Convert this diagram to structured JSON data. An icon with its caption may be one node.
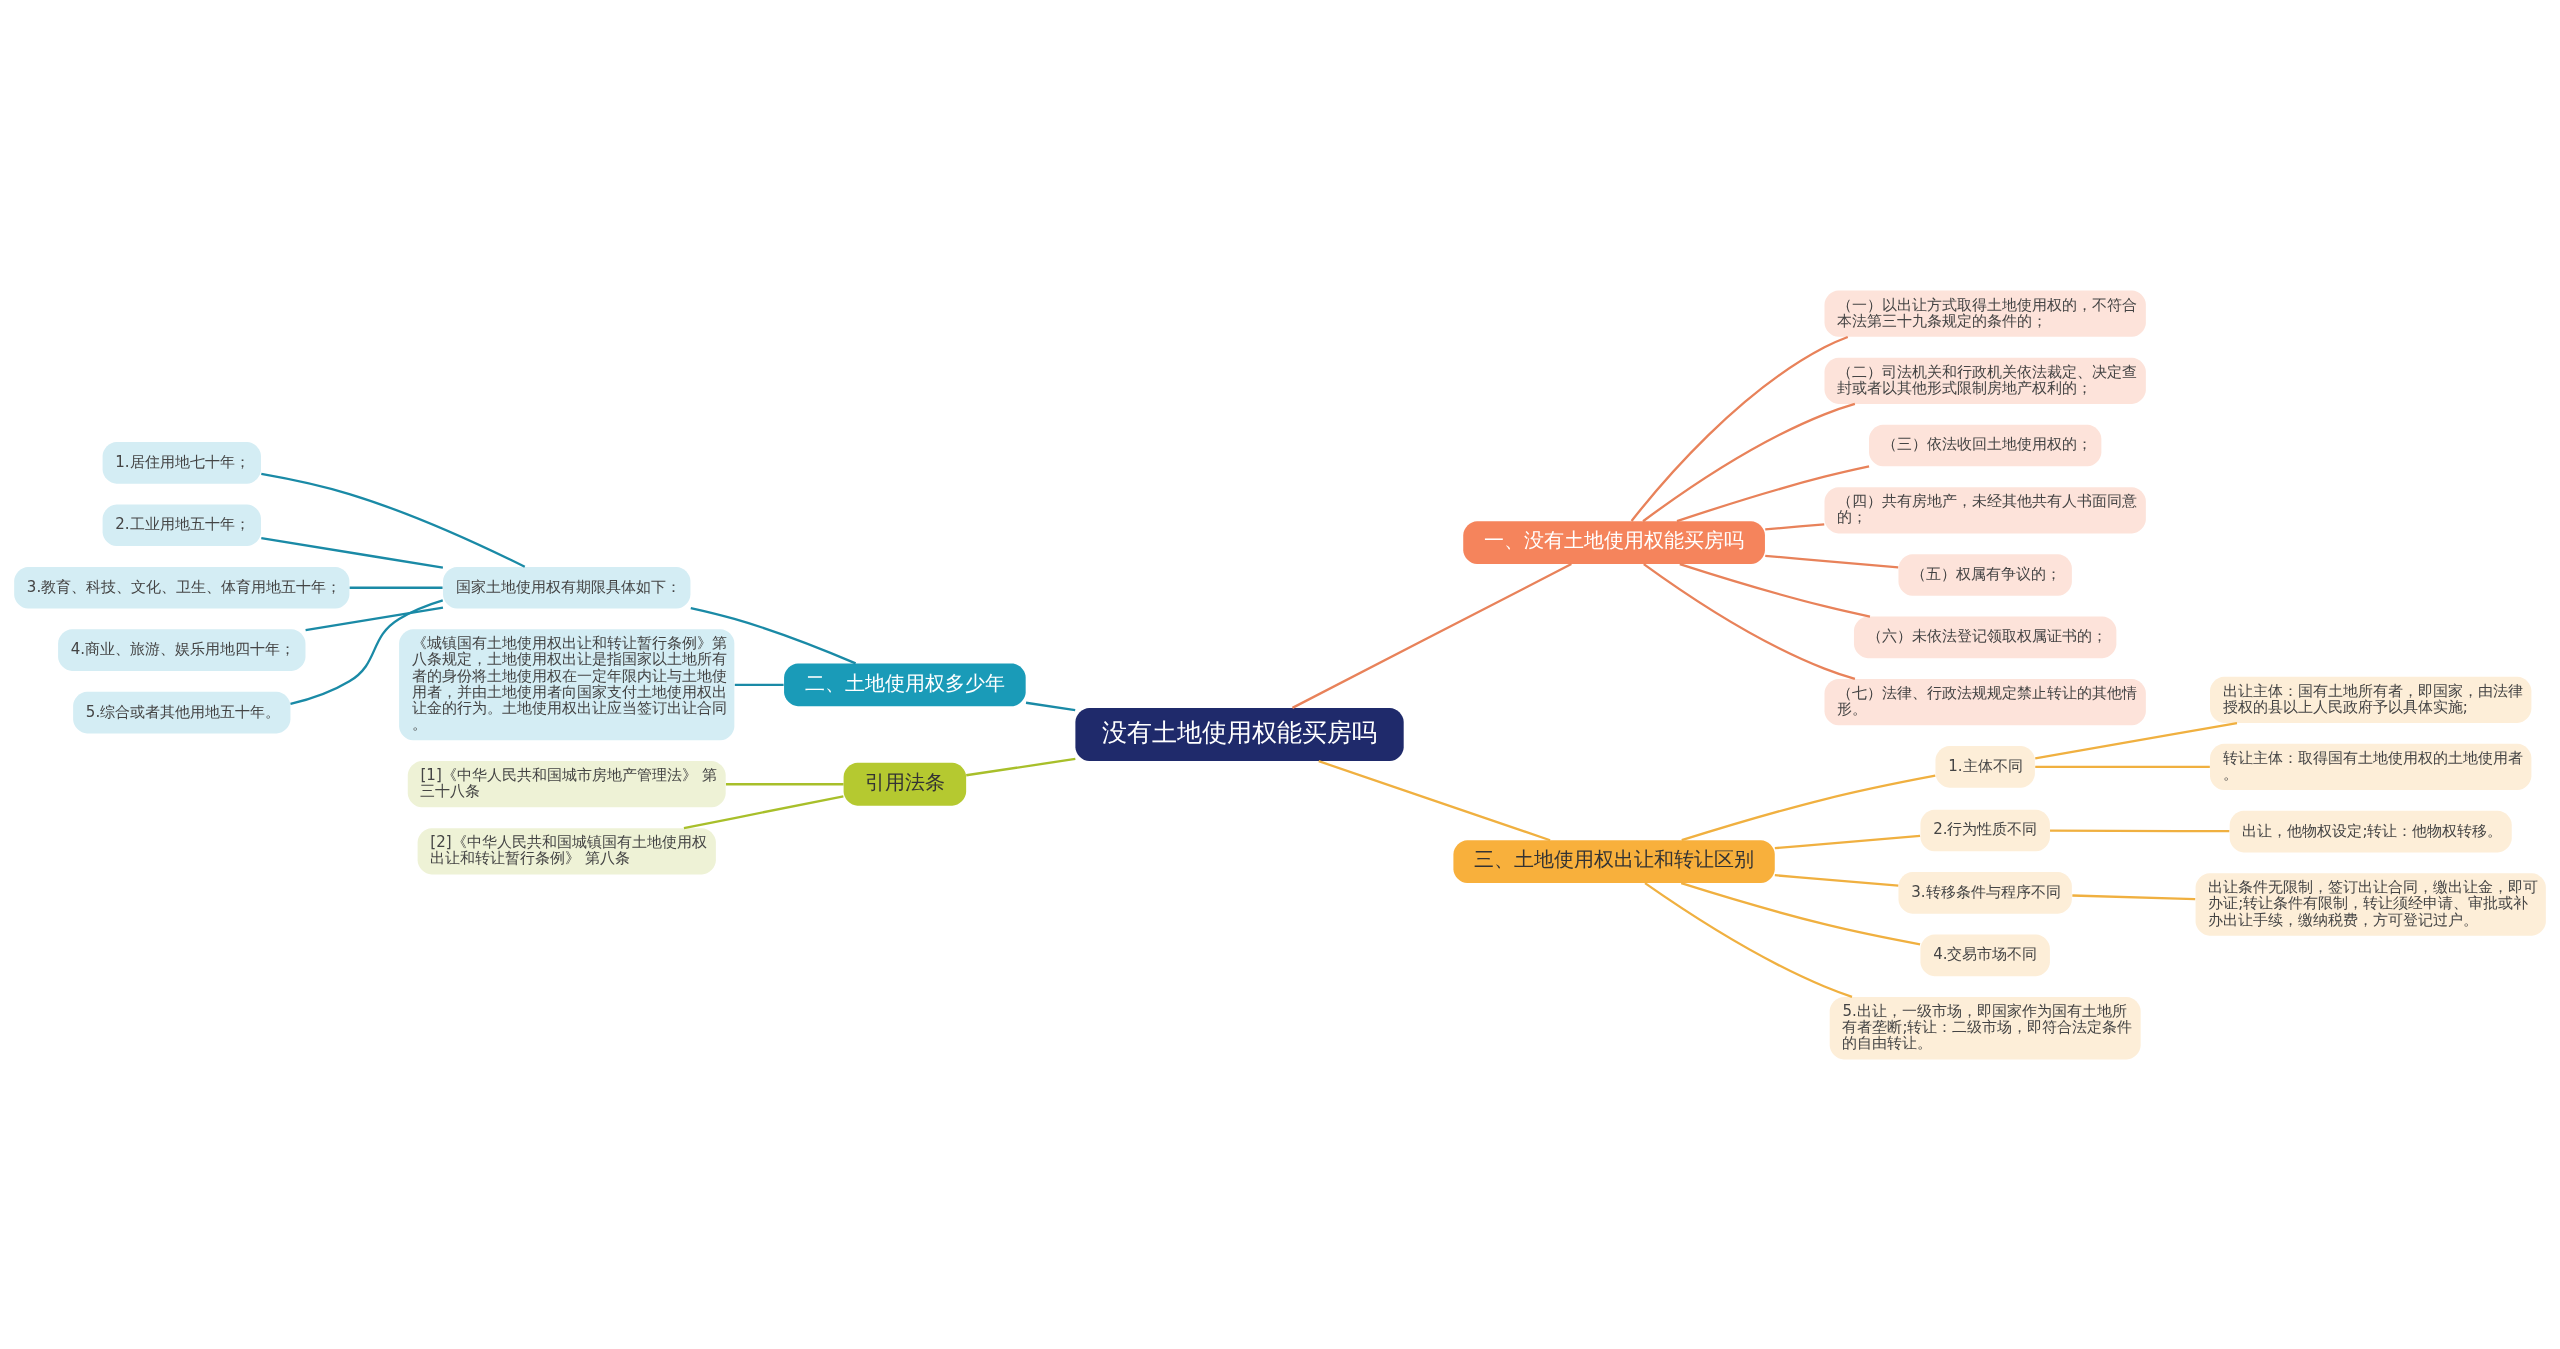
{
  "diagram": {
    "nodes": [
      {
        "text": [
          "没有土地使用权能买房吗"
        ]
      },
      {
        "text": [
          "一、没有土地使用权能买房吗"
        ]
      },
      {
        "text": [
          "（一）以出让方式取得土地使用权的，不符合本法第三十九条规定的条件的；"
        ]
      },
      {
        "text": [
          "（二）司法机关和行政机关依法裁定、决定查封或者以其他形式限制房地产权利的；"
        ]
      },
      {
        "text": [
          "（三）依法收回土地使用权的；"
        ]
      },
      {
        "text": [
          "（四）共有房地产，未经其他共有人书面同意的；"
        ]
      },
      {
        "text": [
          "（五）权属有争议的；"
        ]
      },
      {
        "text": [
          "（六）未依法登记领取权属证书的；"
        ]
      },
      {
        "text": [
          "（七）法律、行政法规规定禁止转让的其他情形。"
        ]
      },
      {
        "text": [
          "二、土地使用权多少年"
        ]
      },
      {
        "text": [
          "国家土地使用权有期限具体如下："
        ]
      },
      {
        "text": [
          "1.居住用地七十年；"
        ]
      },
      {
        "text": [
          "2.工业用地五十年；"
        ]
      },
      {
        "text": [
          "3.教育、科技、文化、卫生、体育用地五十年；"
        ]
      },
      {
        "text": [
          "4.商业、旅游、娱乐用地四十年；"
        ]
      },
      {
        "text": [
          "5.综合或者其他用地五十年。"
        ]
      },
      {
        "text": [
          "《城镇国有土地使用权出让和转让暂行条例》第八条规定，土地使用权出让是指国家以土地所有者的身份将土地使用权在一定年限内让与土地使用者，并由土地使用者向国家支付土地使用权出让金的行为。土地使用权出让应当签订出让合同。"
        ]
      },
      {
        "text": [
          "引用法条"
        ]
      },
      {
        "text": [
          "[1]《中华人民共和国城市房地产管理法》 第三十八条"
        ]
      },
      {
        "text": [
          "[2]《中华人民共和国城镇国有土地使用权出让和转让暂行条例》 第八条"
        ]
      },
      {
        "text": [
          "三、土地使用权出让和转让区别"
        ]
      },
      {
        "text": [
          "1.主体不同"
        ]
      },
      {
        "text": [
          "出让主体：国有土地所有者，即国家，由法律授权的县以上人民政府予以具体实施;"
        ]
      },
      {
        "text": [
          "转让主体：取得国有土地使用权的土地使用者。"
        ]
      },
      {
        "text": [
          "2.行为性质不同"
        ]
      },
      {
        "text": [
          "出让，他物权设定;转让：他物权转移。"
        ]
      },
      {
        "text": [
          "3.转移条件与程序不同"
        ]
      },
      {
        "text": [
          "出让条件无限制，签订出让合同，缴出让金，即可办证;转让条件有限制，转让须经申请、审批或补办出让手续，缴纳税费，方可登记过户。"
        ]
      },
      {
        "text": [
          "4.交易市场不同"
        ]
      },
      {
        "text": [
          "5.出让，一级市场，即国家作为国有土地所有者垄断;转让：二级市场，即符合法定条件的自由转让。"
        ]
      }
    ],
    "edges": [
      {
        "from": 0,
        "to": 1,
        "arrow": "none",
        "color": "#e8825a"
      },
      {
        "from": 1,
        "to": 2,
        "arrow": "none",
        "color": "#e8825a"
      },
      {
        "from": 1,
        "to": 3,
        "arrow": "none",
        "color": "#e8825a"
      },
      {
        "from": 1,
        "to": 4,
        "arrow": "none",
        "color": "#e8825a"
      },
      {
        "from": 1,
        "to": 5,
        "arrow": "none",
        "color": "#e8825a"
      },
      {
        "from": 1,
        "to": 6,
        "arrow": "none",
        "color": "#e8825a"
      },
      {
        "from": 1,
        "to": 7,
        "arrow": "none",
        "color": "#e8825a"
      },
      {
        "from": 1,
        "to": 8,
        "arrow": "none",
        "color": "#e8825a"
      },
      {
        "from": 0,
        "to": 9,
        "arrow": "none",
        "color": "#1a8aa6"
      },
      {
        "from": 9,
        "to": 10,
        "arrow": "none",
        "color": "#1a8aa6"
      },
      {
        "from": 10,
        "to": 11,
        "arrow": "none",
        "color": "#1a8aa6"
      },
      {
        "from": 10,
        "to": 12,
        "arrow": "none",
        "color": "#1a8aa6"
      },
      {
        "from": 10,
        "to": 13,
        "arrow": "none",
        "color": "#1a8aa6"
      },
      {
        "from": 10,
        "to": 14,
        "arrow": "none",
        "color": "#1a8aa6"
      },
      {
        "from": 10,
        "to": 15,
        "arrow": "none",
        "color": "#1a8aa6"
      },
      {
        "from": 9,
        "to": 16,
        "arrow": "none",
        "color": "#1a8aa6"
      },
      {
        "from": 0,
        "to": 17,
        "arrow": "none",
        "color": "#a8bf2a"
      },
      {
        "from": 17,
        "to": 18,
        "arrow": "none",
        "color": "#a8bf2a"
      },
      {
        "from": 17,
        "to": 19,
        "arrow": "none",
        "color": "#a8bf2a"
      },
      {
        "from": 0,
        "to": 20,
        "arrow": "none"
      },
      {
        "from": 20,
        "to": 21,
        "arrow": "none"
      },
      {
        "from": 21,
        "to": 22,
        "arrow": "none"
      },
      {
        "from": 21,
        "to": 23,
        "arrow": "none"
      },
      {
        "from": 20,
        "to": 24,
        "arrow": "none"
      },
      {
        "from": 24,
        "to": 25,
        "arrow": "none"
      },
      {
        "from": 20,
        "to": 26,
        "arrow": "none"
      },
      {
        "from": 26,
        "to": 27,
        "arrow": "none"
      },
      {
        "from": 20,
        "to": 28,
        "arrow": "none"
      },
      {
        "from": 20,
        "to": 29,
        "arrow": "none"
      }
    ]
  }
}
